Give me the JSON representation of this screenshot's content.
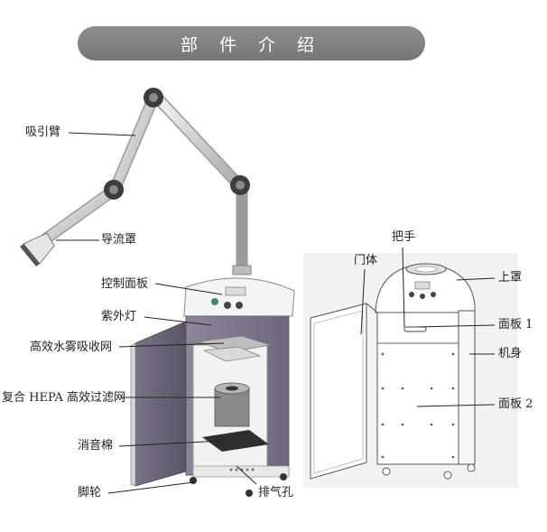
{
  "title": "部 件 介 绍",
  "left_unit": {
    "labels": {
      "arm": "吸引臂",
      "hood": "导流罩",
      "control_panel": "控制面板",
      "uv_lamp": "紫外灯",
      "water_mist_net": "高效水雾吸收网",
      "hepa_filter": "复合 HEPA 高效过滤网",
      "silencer_cotton": "消音棉",
      "caster": "脚轮",
      "exhaust": "排气孔"
    }
  },
  "right_unit": {
    "labels": {
      "handle": "把手",
      "door": "门体",
      "top_cover": "上罩",
      "panel1": "面板 1",
      "body": "机身",
      "panel2": "面板 2"
    }
  },
  "colors": {
    "title_bar": "#808080",
    "door_panel": "#6b6478",
    "cabinet": "#f2f2f2",
    "arm_tube": "#d8d8d8",
    "joint": "#3d3d3d"
  }
}
